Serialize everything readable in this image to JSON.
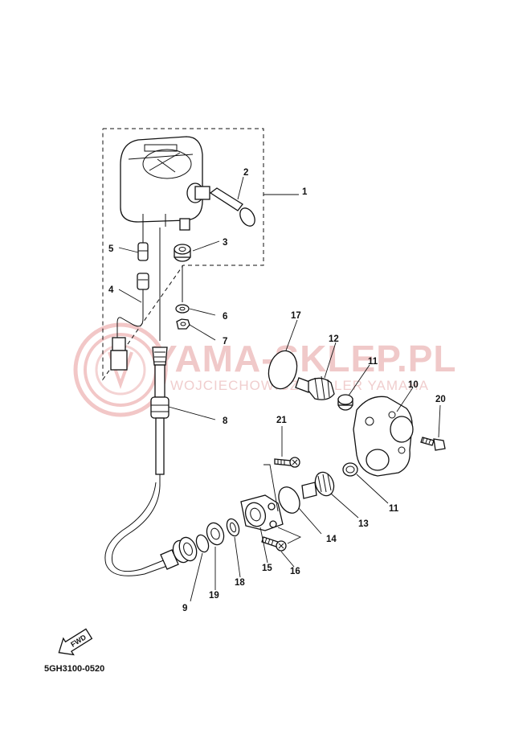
{
  "diagram": {
    "drawing_code": "5GH3100-0520",
    "direction_label": "FWD",
    "watermark": {
      "title": "YAMA-SKLEP.PL",
      "subtitle": "WOJCIECHOWICZ DEALER YAMAHA"
    },
    "callouts": [
      {
        "id": "c1",
        "label": "1"
      },
      {
        "id": "c2",
        "label": "2"
      },
      {
        "id": "c3",
        "label": "3"
      },
      {
        "id": "c4",
        "label": "4"
      },
      {
        "id": "c5",
        "label": "5"
      },
      {
        "id": "c6",
        "label": "6"
      },
      {
        "id": "c7",
        "label": "7"
      },
      {
        "id": "c8",
        "label": "8"
      },
      {
        "id": "c9",
        "label": "9"
      },
      {
        "id": "c10",
        "label": "10"
      },
      {
        "id": "c11a",
        "label": "11"
      },
      {
        "id": "c11b",
        "label": "11"
      },
      {
        "id": "c12",
        "label": "12"
      },
      {
        "id": "c13",
        "label": "13"
      },
      {
        "id": "c14",
        "label": "14"
      },
      {
        "id": "c15",
        "label": "15"
      },
      {
        "id": "c16",
        "label": "16"
      },
      {
        "id": "c17",
        "label": "17"
      },
      {
        "id": "c18",
        "label": "18"
      },
      {
        "id": "c19",
        "label": "19"
      },
      {
        "id": "c20",
        "label": "20"
      },
      {
        "id": "c21",
        "label": "21"
      }
    ]
  }
}
